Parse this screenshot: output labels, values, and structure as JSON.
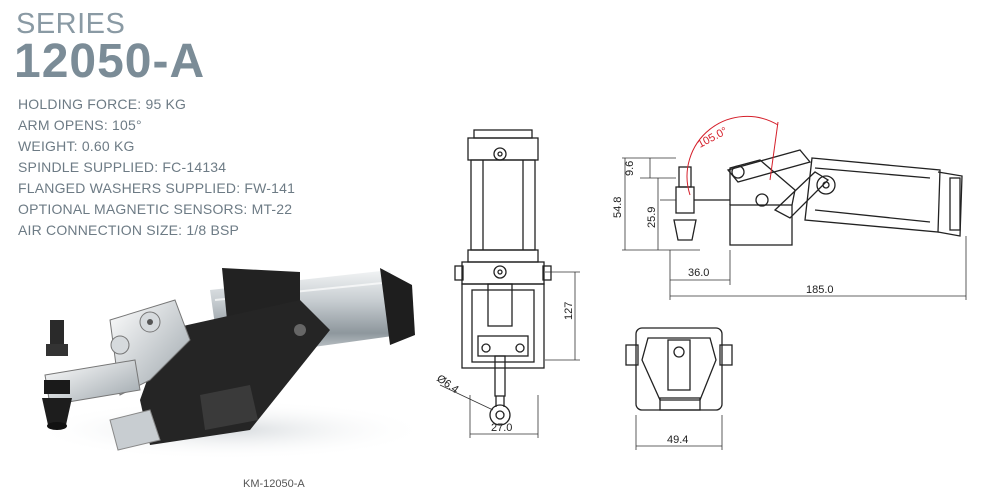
{
  "header": {
    "series_label": "SERIES",
    "model": "12050-A"
  },
  "specs": [
    "HOLDING FORCE: 95 KG",
    "ARM OPENS: 105°",
    "WEIGHT: 0.60 KG",
    "SPINDLE SUPPLIED: FC-14134",
    "FLANGED WASHERS SUPPLIED: FW-141",
    "OPTIONAL MAGNETIC SENSORS: MT-22",
    "AIR CONNECTION SIZE: 1/8 BSP"
  ],
  "photo_caption": "KM-12050-A",
  "dimensions": {
    "front": {
      "height": "127",
      "hole": "Ø6.4",
      "width": "27.0"
    },
    "side": {
      "angle": "105.0°",
      "d1": "9.6",
      "d2": "25.9",
      "d3": "54.8",
      "d4": "36.0",
      "overall": "185.0"
    },
    "top": {
      "width": "49.4"
    }
  },
  "colors": {
    "title": "#7b8c97",
    "text": "#6d7b85",
    "angle": "#d5202b"
  }
}
